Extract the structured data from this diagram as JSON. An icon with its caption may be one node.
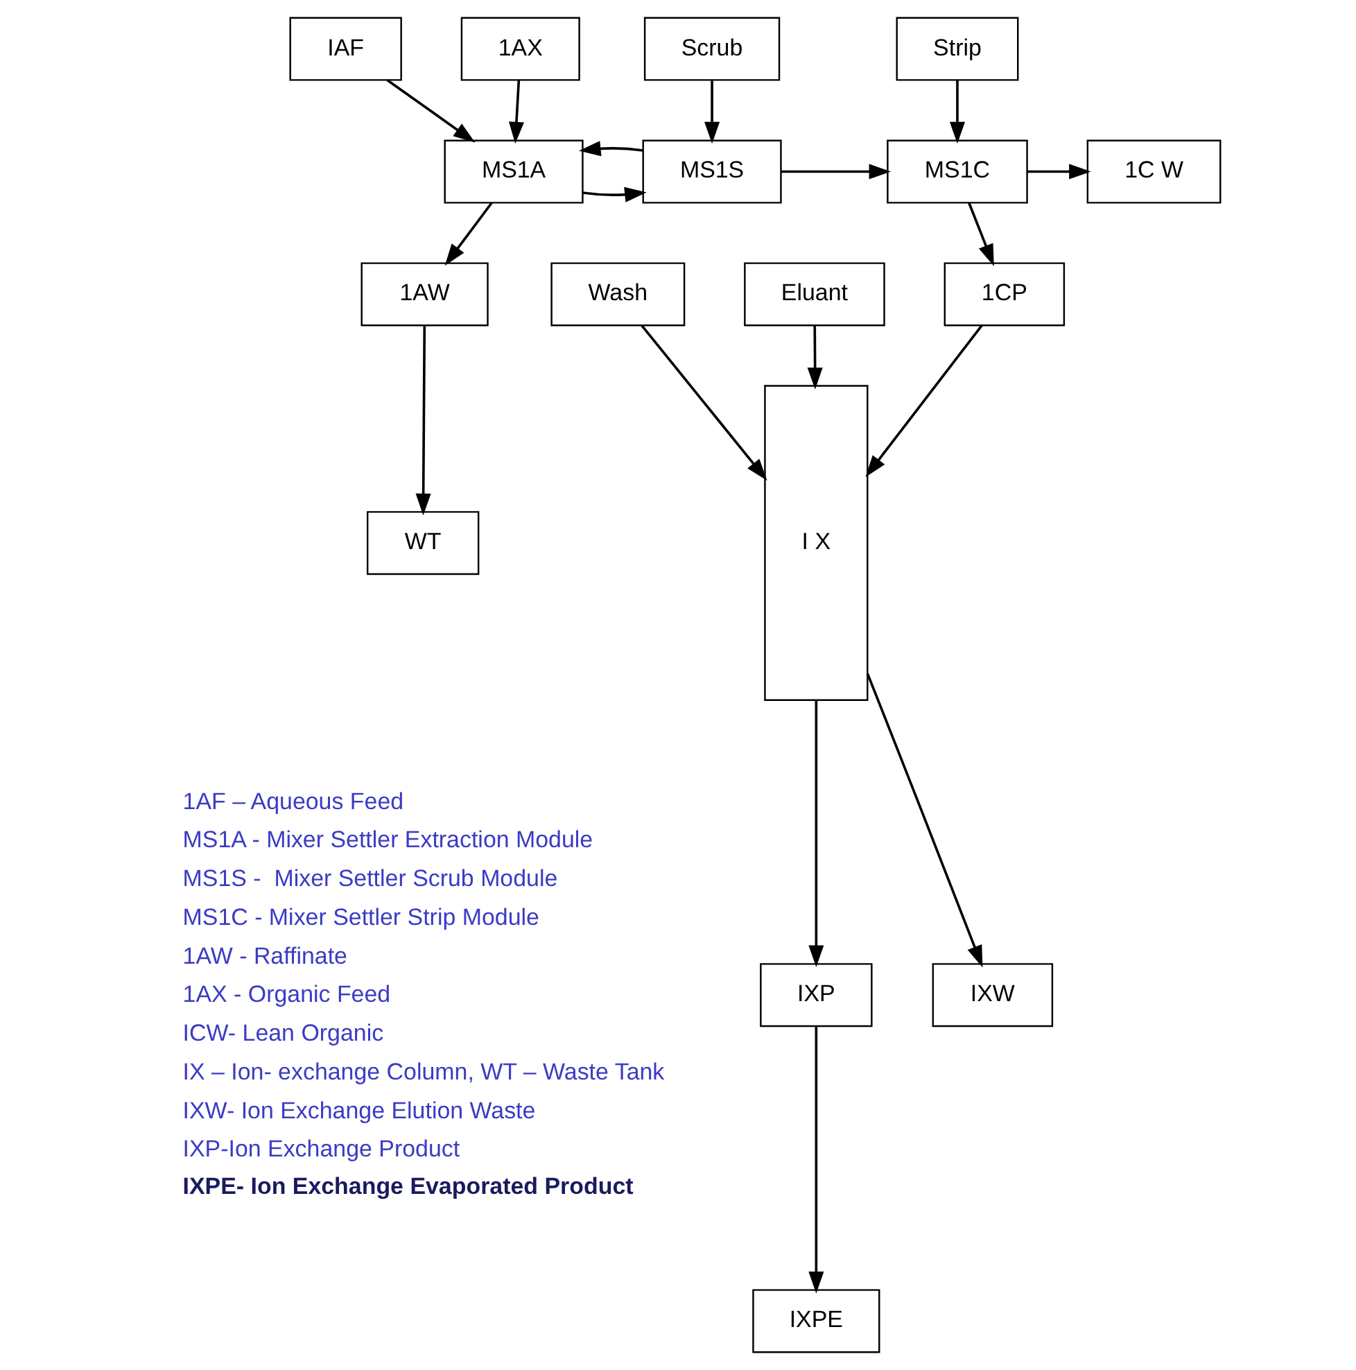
{
  "diagram": {
    "nodes": [
      {
        "text": [
          "IAF"
        ]
      },
      {
        "text": [
          "1AX"
        ]
      },
      {
        "text": [
          "MS1A"
        ]
      },
      {
        "text": [
          "MS1S"
        ]
      },
      {
        "text": [
          "MS1C"
        ]
      },
      {
        "text": [
          "1C W"
        ]
      },
      {
        "text": [
          "Scrub"
        ]
      },
      {
        "text": [
          "1AW"
        ]
      },
      {
        "text": [
          "1CP"
        ]
      },
      {
        "text": [
          "Strip"
        ]
      },
      {
        "text": [
          "Wash"
        ]
      },
      {
        "text": [
          "Eluant"
        ]
      },
      {
        "text": [
          "WT"
        ]
      },
      {
        "text": [
          "I X"
        ]
      },
      {
        "text": [
          "IXP"
        ]
      },
      {
        "text": [
          "IXW"
        ]
      },
      {
        "text": [
          "IXPE"
        ]
      }
    ],
    "edges": [
      {
        "from": 0,
        "to": 2,
        "arrow": "to"
      },
      {
        "from": 1,
        "to": 2,
        "arrow": "to"
      },
      {
        "from": 2,
        "to": 3,
        "arrow": "to"
      },
      {
        "from": 3,
        "to": 2,
        "arrow": "to"
      },
      {
        "from": 3,
        "to": 4,
        "arrow": "to"
      },
      {
        "from": 4,
        "to": 5,
        "arrow": "to"
      },
      {
        "from": 6,
        "to": 3,
        "arrow": "to"
      },
      {
        "from": 9,
        "to": 4,
        "arrow": "to"
      },
      {
        "from": 2,
        "to": 7,
        "arrow": "to"
      },
      {
        "from": 4,
        "to": 8,
        "arrow": "to"
      },
      {
        "from": 7,
        "to": 12,
        "arrow": "to"
      },
      {
        "from": 10,
        "to": 13,
        "arrow": "to"
      },
      {
        "from": 8,
        "to": 13,
        "arrow": "to"
      },
      {
        "from": 11,
        "to": 13,
        "arrow": "to"
      },
      {
        "from": 13,
        "to": 14,
        "arrow": "to"
      },
      {
        "from": 13,
        "to": 15,
        "arrow": "to"
      },
      {
        "from": 14,
        "to": 16,
        "arrow": "to"
      }
    ],
    "labels": [
      "1AF – Aqueous Feed",
      "MS1A - Mixer Settler Extraction Module",
      "MS1S -  Mixer Settler Scrub Module",
      "MS1C - Mixer Settler Strip Module",
      "1AW - Raffinate",
      "1AX - Organic Feed",
      "ICW- Lean Organic",
      "IX – Ion- exchange Column, WT – Waste Tank",
      "IXW- Ion Exchange Elution Waste",
      "IXP-Ion Exchange Product",
      "IXPE- Ion Exchange Evaporated Product"
    ]
  }
}
